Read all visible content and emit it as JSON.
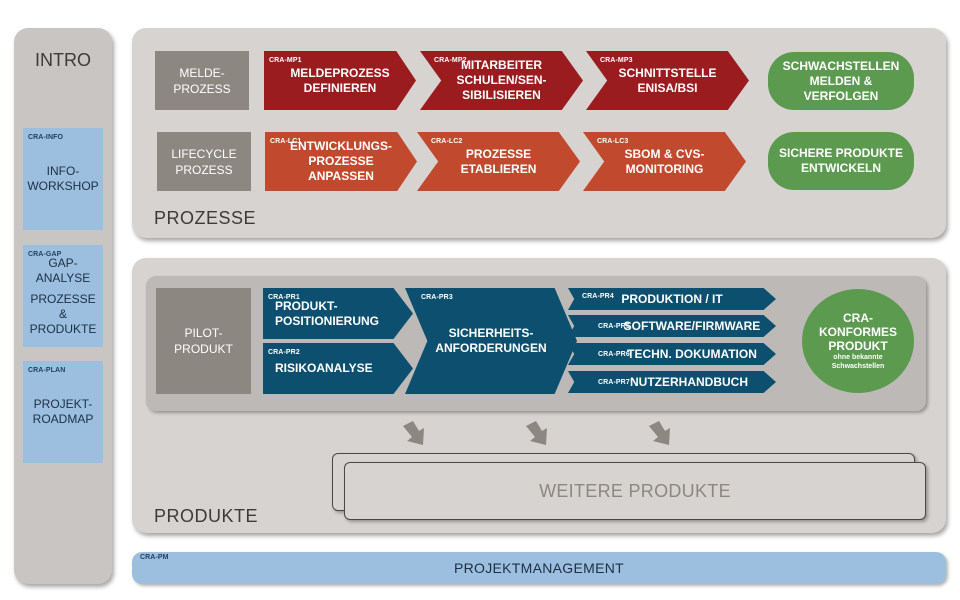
{
  "intro": {
    "title": "INTRO",
    "boxes": [
      {
        "tag": "CRA-INFO",
        "lines": [
          "INFO-",
          "WORKSHOP"
        ]
      },
      {
        "tag": "CRA-GAP",
        "lines": [
          "GAP-",
          "ANALYSE",
          "",
          "PROZESSE",
          "&",
          "PRODUKTE"
        ]
      },
      {
        "tag": "CRA-PLAN",
        "lines": [
          "PROJEKT-",
          "ROADMAP"
        ]
      }
    ]
  },
  "prozesse": {
    "title": "PROZESSE",
    "melde": {
      "label": [
        "MELDE-",
        "PROZESS"
      ],
      "steps": [
        {
          "tag": "CRA-MP1",
          "lines": [
            "MELDEPROZESS",
            "DEFINIEREN"
          ]
        },
        {
          "tag": "CRA-MP2",
          "lines": [
            "MITARBEITER",
            "SCHULEN/SEN-",
            "SIBILISIEREN"
          ]
        },
        {
          "tag": "CRA-MP3",
          "lines": [
            "SCHNITTSTELLE",
            "ENISA/BSI"
          ]
        }
      ],
      "goal": [
        "SCHWACHSTELLEN",
        "MELDEN &",
        "VERFOLGEN"
      ]
    },
    "lifecycle": {
      "label": [
        "LIFECYCLE",
        "PROZESS"
      ],
      "steps": [
        {
          "tag": "CRA-LC1",
          "lines": [
            "ENTWICKLUNGS-",
            "PROZESSE",
            "ANPASSEN"
          ]
        },
        {
          "tag": "CRA-LC2",
          "lines": [
            "PROZESSE",
            "ETABLIEREN"
          ]
        },
        {
          "tag": "CRA-LC3",
          "lines": [
            "SBOM & CVS-",
            "MONITORING"
          ]
        }
      ],
      "goal": [
        "SICHERE PRODUKTE",
        "ENTWICKELN"
      ]
    }
  },
  "produkte": {
    "title": "PRODUKTE",
    "pilot": [
      "PILOT-",
      "PRODUKT"
    ],
    "pr1": {
      "tag": "CRA-PR1",
      "lines": [
        "PRODUKT-",
        "POSITIONIERUNG"
      ]
    },
    "pr2": {
      "tag": "CRA-PR2",
      "lines": [
        "RISIKOANALYSE"
      ]
    },
    "pr3": {
      "tag": "CRA-PR3",
      "lines": [
        "SICHERHEITS-",
        "ANFORDERUNGEN"
      ]
    },
    "right": [
      {
        "tag": "CRA-PR4",
        "label": "PRODUKTION / IT"
      },
      {
        "tag": "CRA-PR5",
        "label": "SOFTWARE/FIRMWARE"
      },
      {
        "tag": "CRA-PR6",
        "label": "TECHN. DOKUMATION"
      },
      {
        "tag": "CRA-PR7",
        "label": "NUTZERHANDBUCH"
      }
    ],
    "goal": {
      "lines": [
        "CRA-",
        "KONFORMES",
        "PRODUKT"
      ],
      "sub": [
        "ohne bekannte",
        "Schwachstellen"
      ]
    },
    "weitere": "WEITERE PRODUKTE"
  },
  "pm": {
    "tag": "CRA-PM",
    "label": "PROJEKTMANAGEMENT"
  },
  "colors": {
    "red": "#9b1c1f",
    "orange": "#c1492e",
    "blue": "#0c4f6e",
    "green": "#5b9a4f",
    "light_blue": "#9cbfdf",
    "grey": "#8c8781"
  }
}
